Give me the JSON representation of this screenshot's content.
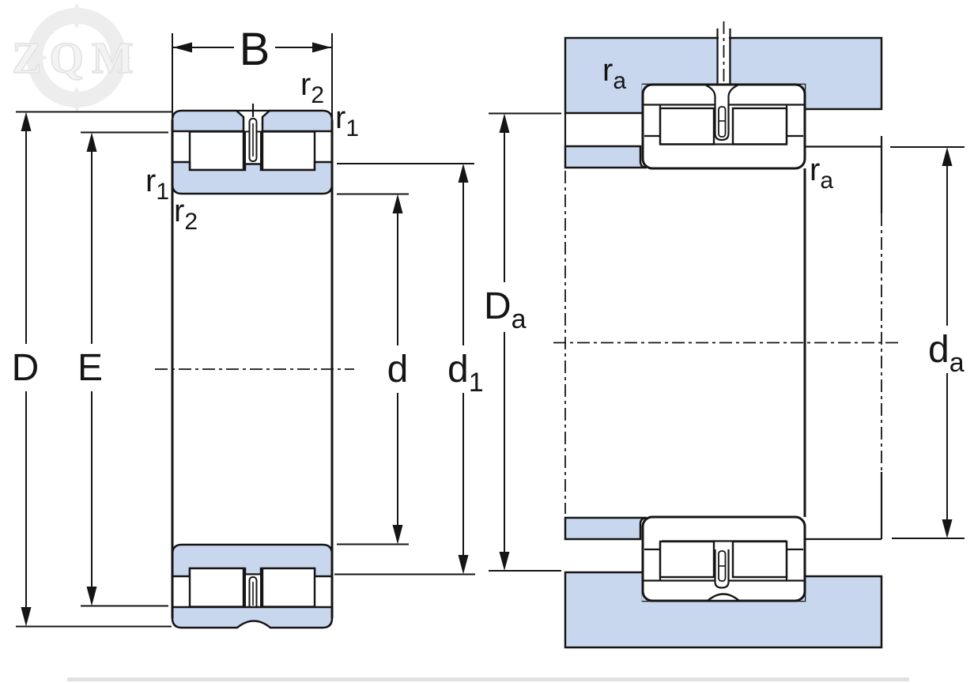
{
  "watermark": {
    "text": "ZQM"
  },
  "colors": {
    "bearing_fill": "#c9d7ee",
    "line": "#151515",
    "background": "#ffffff",
    "watermark_gray": "#ececec"
  },
  "figures": {
    "left": {
      "description": "bearing cross-section",
      "labels": {
        "B": "B",
        "D": "D",
        "E": "E",
        "d": "d",
        "d1": {
          "base": "d",
          "sub": "1"
        },
        "r1": {
          "base": "r",
          "sub": "1"
        },
        "r2": {
          "base": "r",
          "sub": "2"
        }
      }
    },
    "right": {
      "description": "mounting abutment diagram",
      "labels": {
        "Da": {
          "base": "D",
          "sub": "a"
        },
        "da": {
          "base": "d",
          "sub": "a"
        },
        "ra": {
          "base": "r",
          "sub": "a"
        }
      }
    }
  }
}
